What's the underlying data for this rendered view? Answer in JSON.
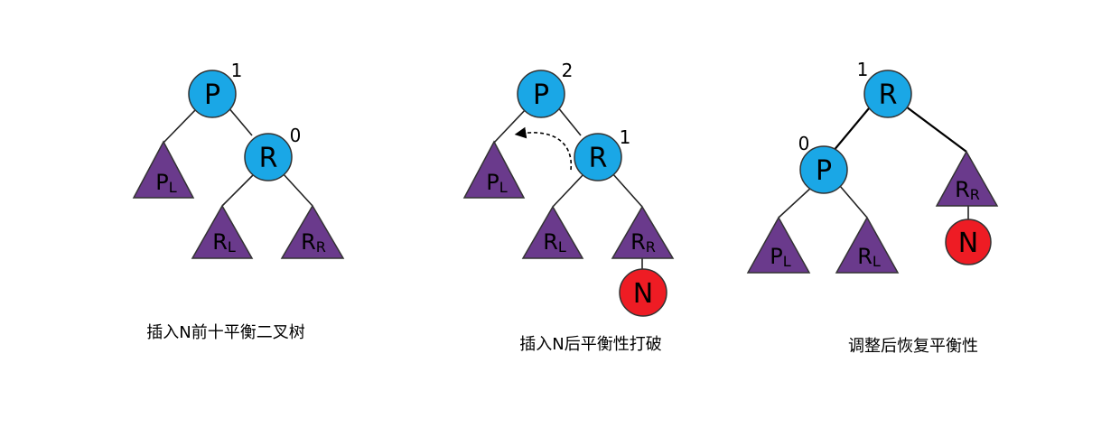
{
  "colors": {
    "node_fill": "#1aa7e6",
    "new_node_fill": "#ee1c24",
    "subtree_fill": "#6a3a8c",
    "outline": "#333333"
  },
  "panels": [
    {
      "caption": "插入N前十平衡二叉树",
      "nodes": {
        "p": "P",
        "r": "R"
      },
      "badges": {
        "p": "1",
        "r": "0"
      },
      "subtrees": {
        "pl": {
          "main": "P",
          "sub": "L"
        },
        "rl": {
          "main": "R",
          "sub": "L"
        },
        "rr": {
          "main": "R",
          "sub": "R"
        }
      }
    },
    {
      "caption": "插入N后平衡性打破",
      "nodes": {
        "p": "P",
        "r": "R",
        "n": "N"
      },
      "badges": {
        "p": "2",
        "r": "1"
      },
      "subtrees": {
        "pl": {
          "main": "P",
          "sub": "L"
        },
        "rl": {
          "main": "R",
          "sub": "L"
        },
        "rr": {
          "main": "R",
          "sub": "R"
        }
      },
      "rotation_arrow": "dashed-arrow"
    },
    {
      "caption": "调整后恢复平衡性",
      "nodes": {
        "r": "R",
        "p": "P",
        "n": "N"
      },
      "badges": {
        "r": "1",
        "p": "0"
      },
      "subtrees": {
        "pl": {
          "main": "P",
          "sub": "L"
        },
        "rl": {
          "main": "R",
          "sub": "L"
        },
        "rr": {
          "main": "R",
          "sub": "R"
        }
      }
    }
  ]
}
